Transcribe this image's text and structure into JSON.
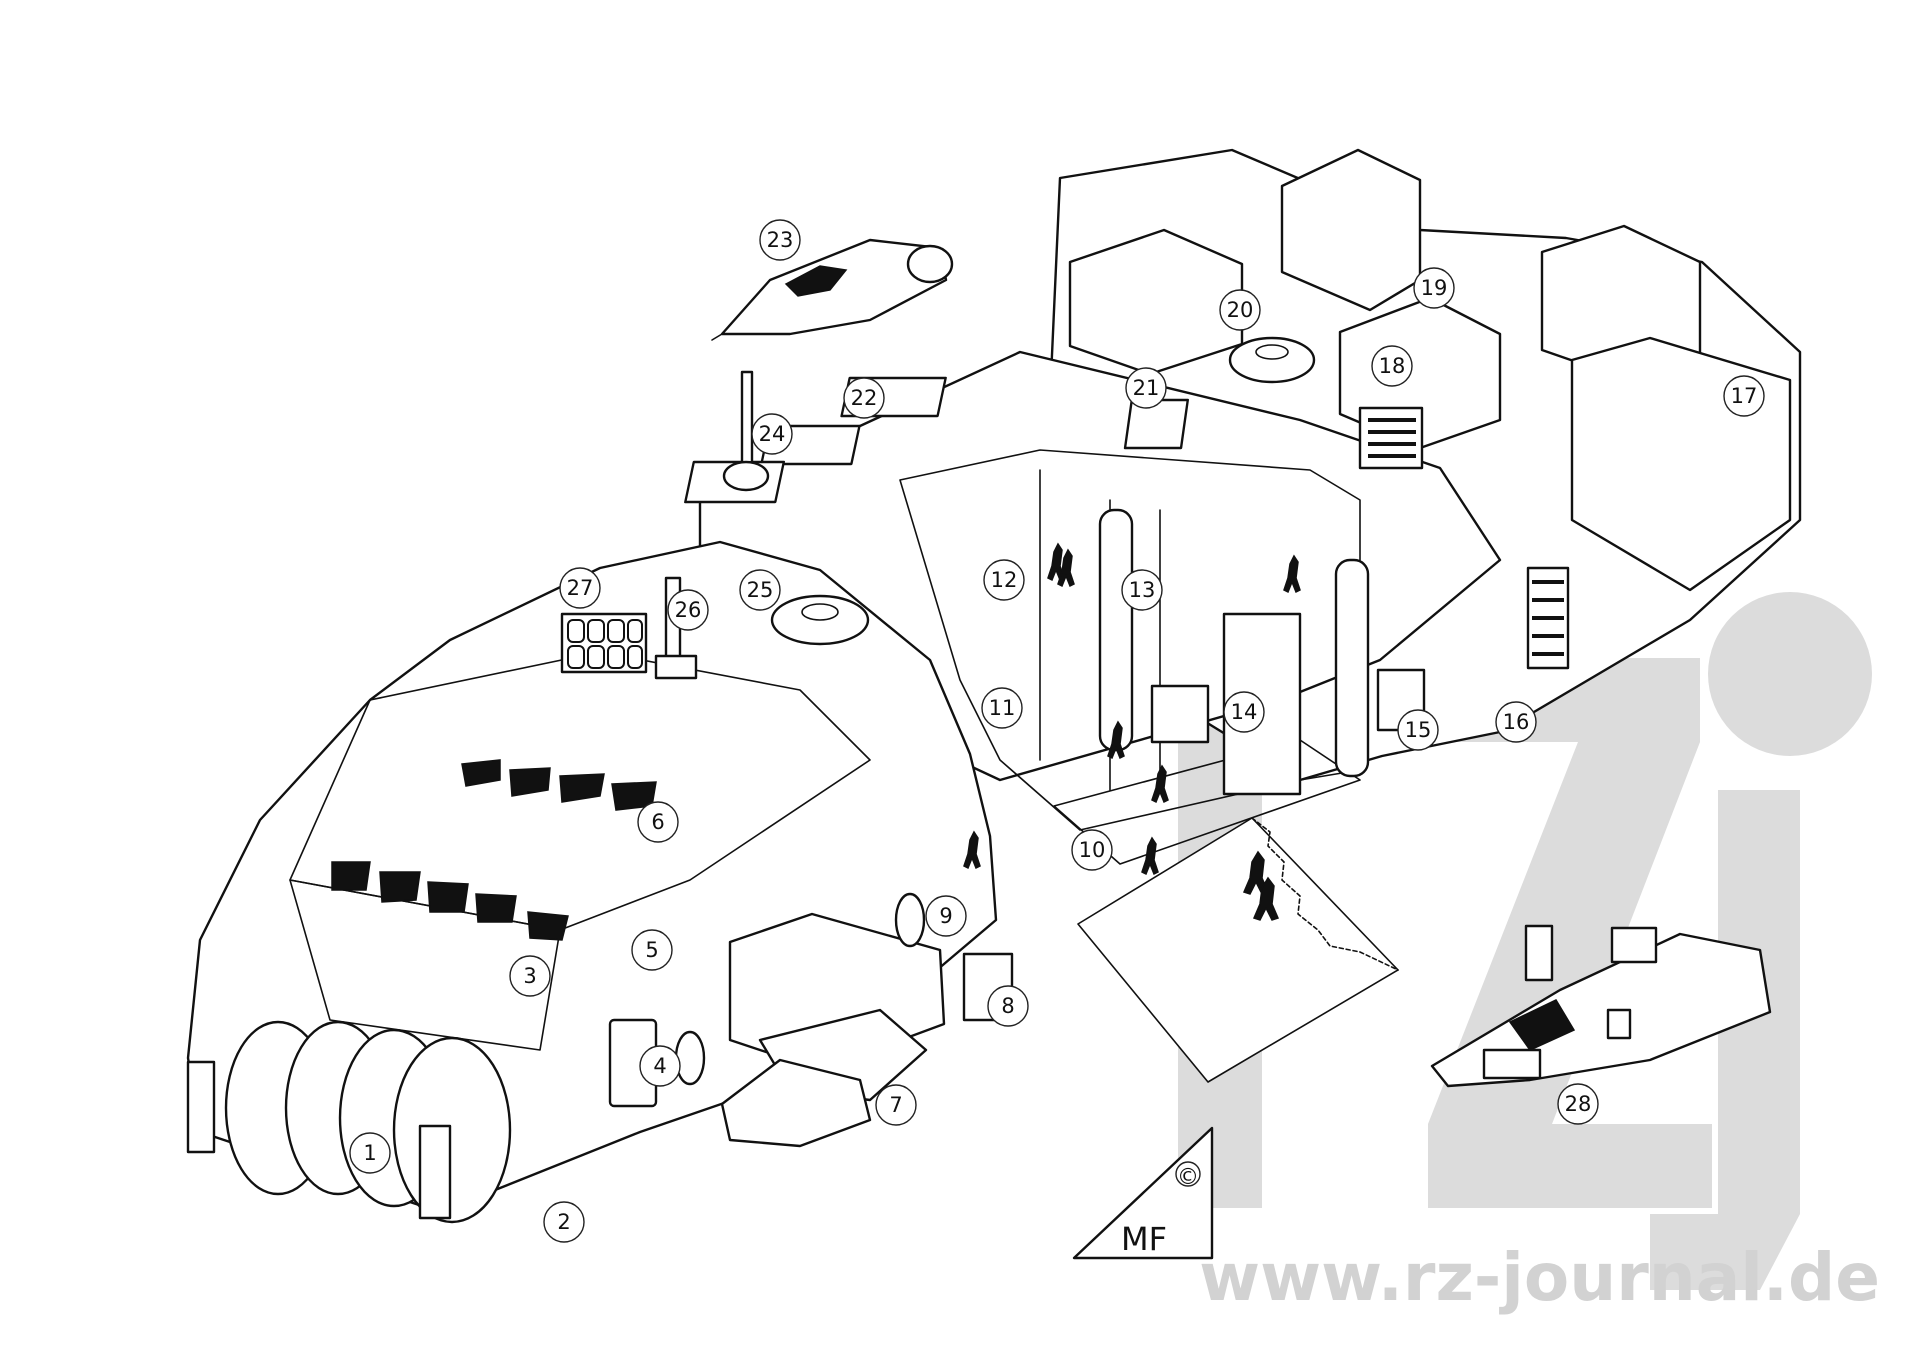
{
  "watermark": {
    "logo_text": "rzj",
    "url": "www.rz-journal.de"
  },
  "signature": {
    "initials": "MF",
    "copyright": "©"
  },
  "callouts": [
    "1",
    "2",
    "3",
    "4",
    "5",
    "6",
    "7",
    "8",
    "9",
    "10",
    "11",
    "12",
    "13",
    "14",
    "15",
    "16",
    "17",
    "18",
    "19",
    "20",
    "21",
    "22",
    "23",
    "24",
    "25",
    "26",
    "27",
    "28"
  ]
}
